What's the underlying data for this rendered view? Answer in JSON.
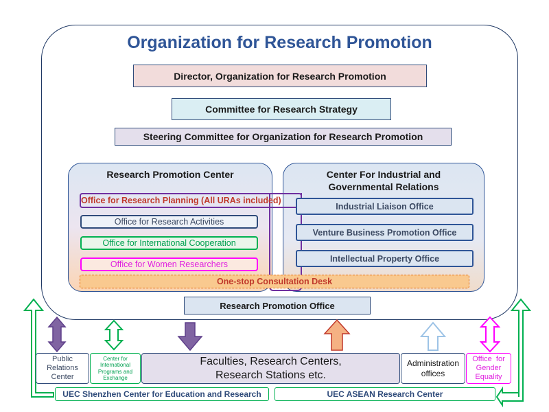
{
  "title": "Organization for Research Promotion",
  "director": "Director, Organization for Research Promotion",
  "committee": "Committee for Research Strategy",
  "steering": "Steering Committee for Organization for Research Promotion",
  "rpc": {
    "title": "Research Promotion Center",
    "planning": "Office for Research Planning (All URAs included)",
    "activities": "Office for Research Activities",
    "international": "Office for International Cooperation",
    "women": "Office for Women Researchers"
  },
  "cigr": {
    "title_line1": "Center For Industrial and",
    "title_line2": "Governmental Relations",
    "liaison": "Industrial Liaison Office",
    "venture": "Venture Business Promotion Office",
    "ip": "Intellectual Property Office"
  },
  "one_stop": "One-stop Consultation Desk",
  "rpo": "Research Promotion Office",
  "bottom": {
    "public_relations": [
      "Public",
      "Relations",
      "Center"
    ],
    "intl_programs": [
      "Center for",
      "International",
      "Programs and",
      "Exchange"
    ],
    "faculties": [
      "Faculties, Research Centers,",
      "Research Stations etc."
    ],
    "administration": [
      "Administration",
      "offices"
    ],
    "gender": [
      "Office  for",
      "Gender",
      "Equality"
    ],
    "shenzhen": "UEC Shenzhen Center for Education and Research",
    "asean": "UEC ASEAN Research Center"
  },
  "colors": {
    "navy": "#1f3864",
    "purple": "#7030a0",
    "green": "#00b050",
    "magenta": "#ff00ff",
    "orange": "#e46c0a",
    "blue_border": "#2f5597"
  }
}
